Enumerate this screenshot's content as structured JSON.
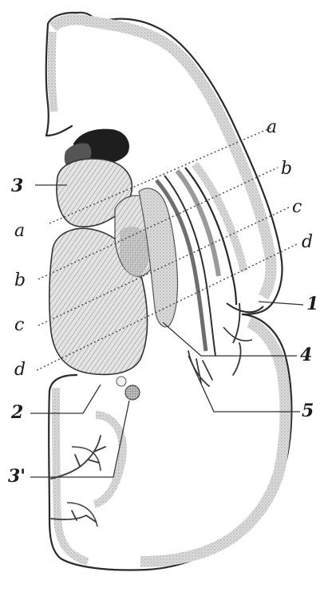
{
  "figure": {
    "labels": {
      "n1": "1",
      "n2": "2",
      "n3": "3",
      "n3p": "3'",
      "n4": "4",
      "n5": "5"
    },
    "section_lines": {
      "a_left": "a",
      "a_right": "a",
      "b_left": "b",
      "b_right": "b",
      "c_left": "c",
      "c_right": "c",
      "d_left": "d",
      "d_right": "d"
    }
  }
}
